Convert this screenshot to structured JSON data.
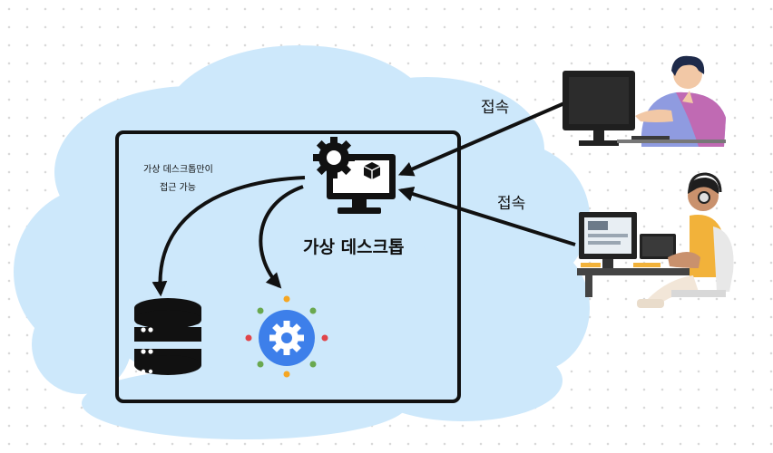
{
  "diagram": {
    "access_note_line1": "가상 데스크톱만이",
    "access_note_line2": "접근 가능",
    "virtual_desktop_label": "가상 데스크톱",
    "connect_label_1": "접속",
    "connect_label_2": "접속"
  },
  "colors": {
    "cloud": "#cde8fb",
    "frame": "#111111",
    "gear_blue": "#3d7fea",
    "dot_orange": "#f5a623",
    "dot_green": "#6aa84f",
    "dot_red": "#e0454a",
    "user1_shirt": "#8f9be0",
    "user2_shirt": "#f2b23a"
  },
  "icons": [
    "gear-monitor-icon",
    "database-icon",
    "settings-gear-icon",
    "user-at-computer-icon",
    "operator-with-headset-icon"
  ]
}
